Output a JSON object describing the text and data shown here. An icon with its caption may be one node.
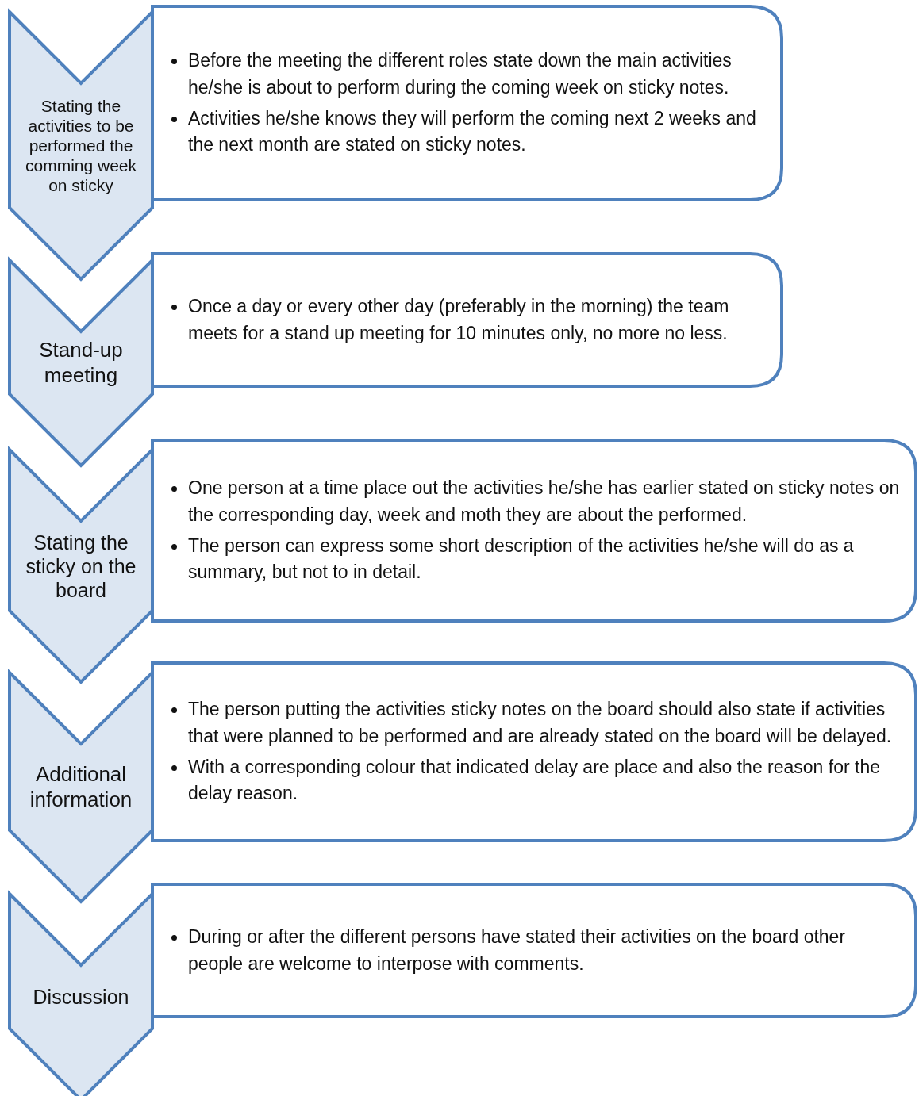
{
  "diagram": {
    "nodes": [
      {
        "text": [
          "Stating the activities to be performed the comming week on sticky"
        ]
      },
      {
        "text": [
          "Before the meeting the different roles state down the main activities he/she is about to perform during the coming week on sticky notes.",
          "Activities he/she knows they will perform the coming next 2 weeks and the next month are stated on sticky notes."
        ]
      },
      {
        "text": [
          "Stand-up meeting"
        ]
      },
      {
        "text": [
          "Once a day  or every other day (preferably in the morning) the team meets for a stand up meeting for 10 minutes only, no more no less."
        ]
      },
      {
        "text": [
          "Stating the sticky on the board"
        ]
      },
      {
        "text": [
          "One person at a time place out the activities he/she has earlier stated on sticky notes on the corresponding day, week and moth they are about the performed.",
          "The person can express some short description of the activities he/she will do as a summary, but not to in detail."
        ]
      },
      {
        "text": [
          "Additional information"
        ]
      },
      {
        "text": [
          "The person putting the activities sticky notes on the board should also state if activities that were planned to be performed and are already stated on the board will be delayed.",
          "With a corresponding colour that indicated delay are place and also the reason for the delay reason."
        ]
      },
      {
        "text": [
          "Discussion"
        ]
      },
      {
        "text": [
          "During or after the different persons have stated their activities on the board other people are welcome to interpose with comments."
        ]
      }
    ]
  }
}
